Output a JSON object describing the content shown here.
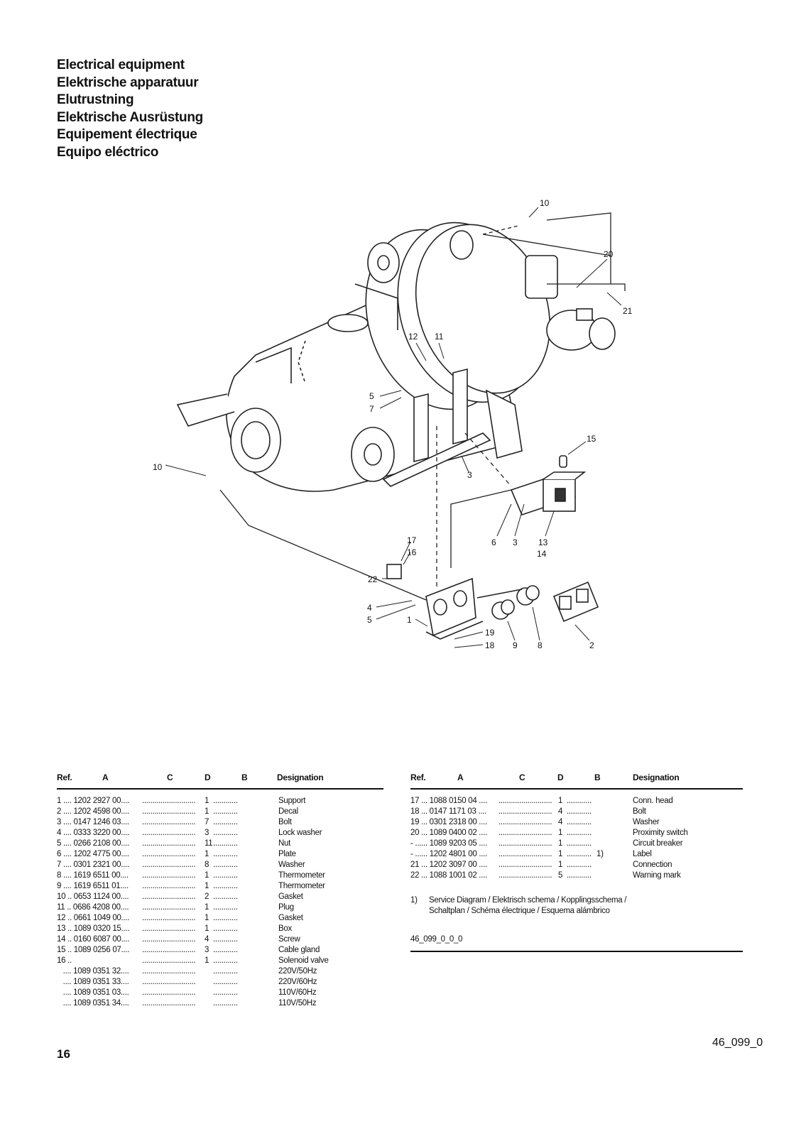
{
  "titles": [
    "Electrical equipment",
    "Elektrische apparatuur",
    "Elutrustning",
    "Elektrische Ausrüstung",
    "Equipement électrique",
    "Equipo eléctrico"
  ],
  "diagram_callouts": [
    "10",
    "20",
    "21",
    "12",
    "11",
    "5",
    "7",
    "10",
    "15",
    "3",
    "6",
    "3",
    "13",
    "14",
    "17",
    "16",
    "22",
    "4",
    "5",
    "1",
    "19",
    "18",
    "9",
    "8",
    "2"
  ],
  "table_headers": {
    "ref": "Ref.",
    "a": "A",
    "c": "C",
    "d": "D",
    "b": "B",
    "designation": "Designation"
  },
  "left_rows": [
    {
      "ref": "1 .... 1202 2927 00....",
      "qty": "1",
      "designation": "Support"
    },
    {
      "ref": "2 .... 1202 4598 00....",
      "qty": "1",
      "designation": "Decal"
    },
    {
      "ref": "3 .... 0147 1246 03....",
      "qty": "7",
      "designation": "Bolt"
    },
    {
      "ref": "4 .... 0333 3220 00....",
      "qty": "3",
      "designation": "Lock washer"
    },
    {
      "ref": "5 .... 0266 2108 00....",
      "qty": "11",
      "designation": "Nut"
    },
    {
      "ref": "6 .... 1202 4775 00....",
      "qty": "1",
      "designation": "Plate"
    },
    {
      "ref": "7 .... 0301 2321 00....",
      "qty": "8",
      "designation": "Washer"
    },
    {
      "ref": "8 .... 1619 6511 00....",
      "qty": "1",
      "designation": "Thermometer"
    },
    {
      "ref": "9 .... 1619 6511 01....",
      "qty": "1",
      "designation": "Thermometer"
    },
    {
      "ref": "10 .. 0653 1124 00....",
      "qty": "2",
      "designation": "Gasket"
    },
    {
      "ref": "11 .. 0686 4208 00....",
      "qty": "1",
      "designation": "Plug"
    },
    {
      "ref": "12 .. 0661 1049 00....",
      "qty": "1",
      "designation": "Gasket"
    },
    {
      "ref": "13 .. 1089 0320 15....",
      "qty": "1",
      "designation": "Box"
    },
    {
      "ref": "14 .. 0160 6087 00....",
      "qty": "4",
      "designation": "Screw"
    },
    {
      "ref": "15 .. 1089 0256 07....",
      "qty": "3",
      "designation": "Cable gland"
    },
    {
      "ref": "16 ..",
      "qty": "1",
      "designation": "Solenoid valve"
    },
    {
      "ref": "   .... 1089 0351 32....",
      "qty": "",
      "designation": "220V/50Hz"
    },
    {
      "ref": "   .... 1089 0351 33....",
      "qty": "",
      "designation": "220V/60Hz"
    },
    {
      "ref": "   .... 1089 0351 03....",
      "qty": "",
      "designation": "110V/60Hz"
    },
    {
      "ref": "   .... 1089 0351 34....",
      "qty": "",
      "designation": "110V/50Hz"
    }
  ],
  "right_rows": [
    {
      "ref": "17 ... 1088 0150 04 ....",
      "qty": "1",
      "note": "",
      "designation": "Conn. head"
    },
    {
      "ref": "18 ... 0147 1171 03 ....",
      "qty": "4",
      "note": "",
      "designation": "Bolt"
    },
    {
      "ref": "19 ... 0301 2318 00 ....",
      "qty": "4",
      "note": "",
      "designation": "Washer"
    },
    {
      "ref": "20 ... 1089 0400 02 ....",
      "qty": "1",
      "note": "",
      "designation": "Proximity switch"
    },
    {
      "ref": "- ...... 1089 9203 05 ....",
      "qty": "1",
      "note": "",
      "designation": "Circuit breaker"
    },
    {
      "ref": "- ...... 1202 4801 00 ....",
      "qty": "1",
      "note": "1)",
      "designation": "Label"
    },
    {
      "ref": "21 ... 1202 3097 00 ....",
      "qty": "1",
      "note": "",
      "designation": "Connection"
    },
    {
      "ref": "22 ... 1088 1001 02 ....",
      "qty": "5",
      "note": "",
      "designation": "Warning mark"
    }
  ],
  "footnote": {
    "marker": "1)",
    "line1": "Service Diagram / Elektrisch schema / Kopplingsschema /",
    "line2": "Schaltplan / Schéma électrique / Esquema alámbrico"
  },
  "diagram_code": "46_099_0_0_0",
  "page_number": "16",
  "document_id": "46_099_0"
}
